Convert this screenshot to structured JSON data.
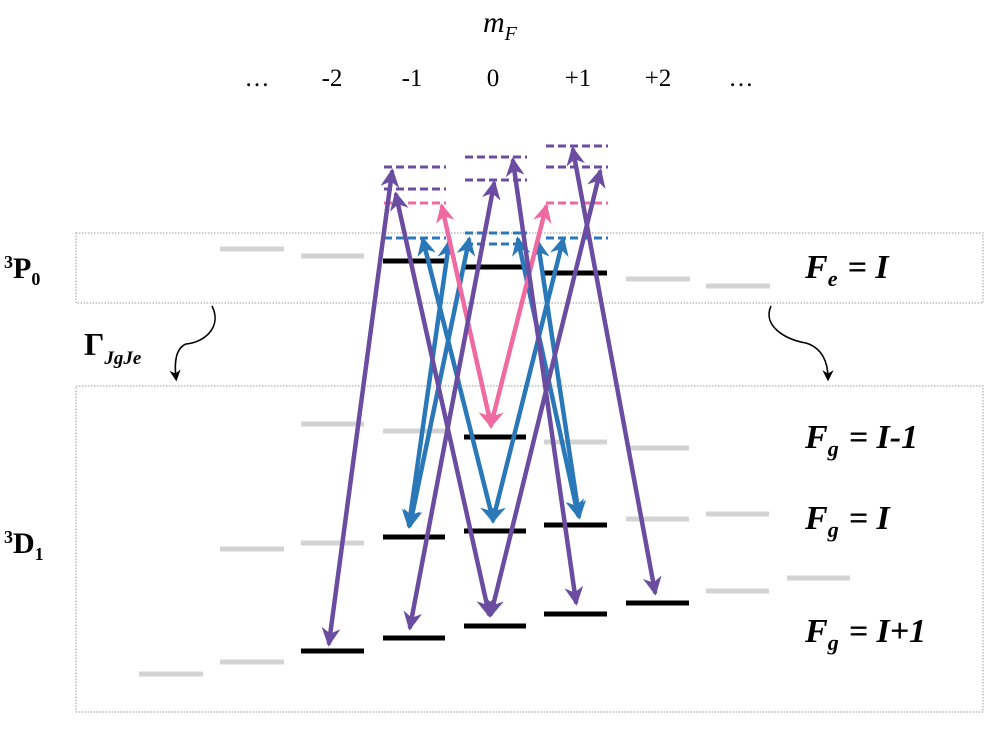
{
  "header": {
    "mF_symbol": "m",
    "mF_subscript": "F",
    "columns": [
      "…",
      "-2",
      "-1",
      "0",
      "+1",
      "+2",
      "…"
    ]
  },
  "excited_state": {
    "label_main": "P",
    "label_superscript": "3",
    "label_subscript": "0",
    "F_label": {
      "symbol": "F",
      "subscript": "e",
      "rhs": "= I"
    }
  },
  "ground_state": {
    "label_main": "D",
    "label_superscript": "3",
    "label_subscript": "1",
    "F_labels": [
      {
        "symbol": "F",
        "subscript": "g",
        "rhs": "= I-1"
      },
      {
        "symbol": "F",
        "subscript": "g",
        "rhs": "= I"
      },
      {
        "symbol": "F",
        "subscript": "g",
        "rhs": "= I+1"
      }
    ]
  },
  "decay": {
    "symbol": "Γ",
    "subscript": "JgJe"
  },
  "colors": {
    "active_level": "#000000",
    "inactive_level": "#d3d3d3",
    "sigma_transition": "#6a4ca0",
    "pi_transition": "#2a78b8",
    "pink_transition": "#ef6aa0",
    "box_border": "#9a9a9a"
  }
}
